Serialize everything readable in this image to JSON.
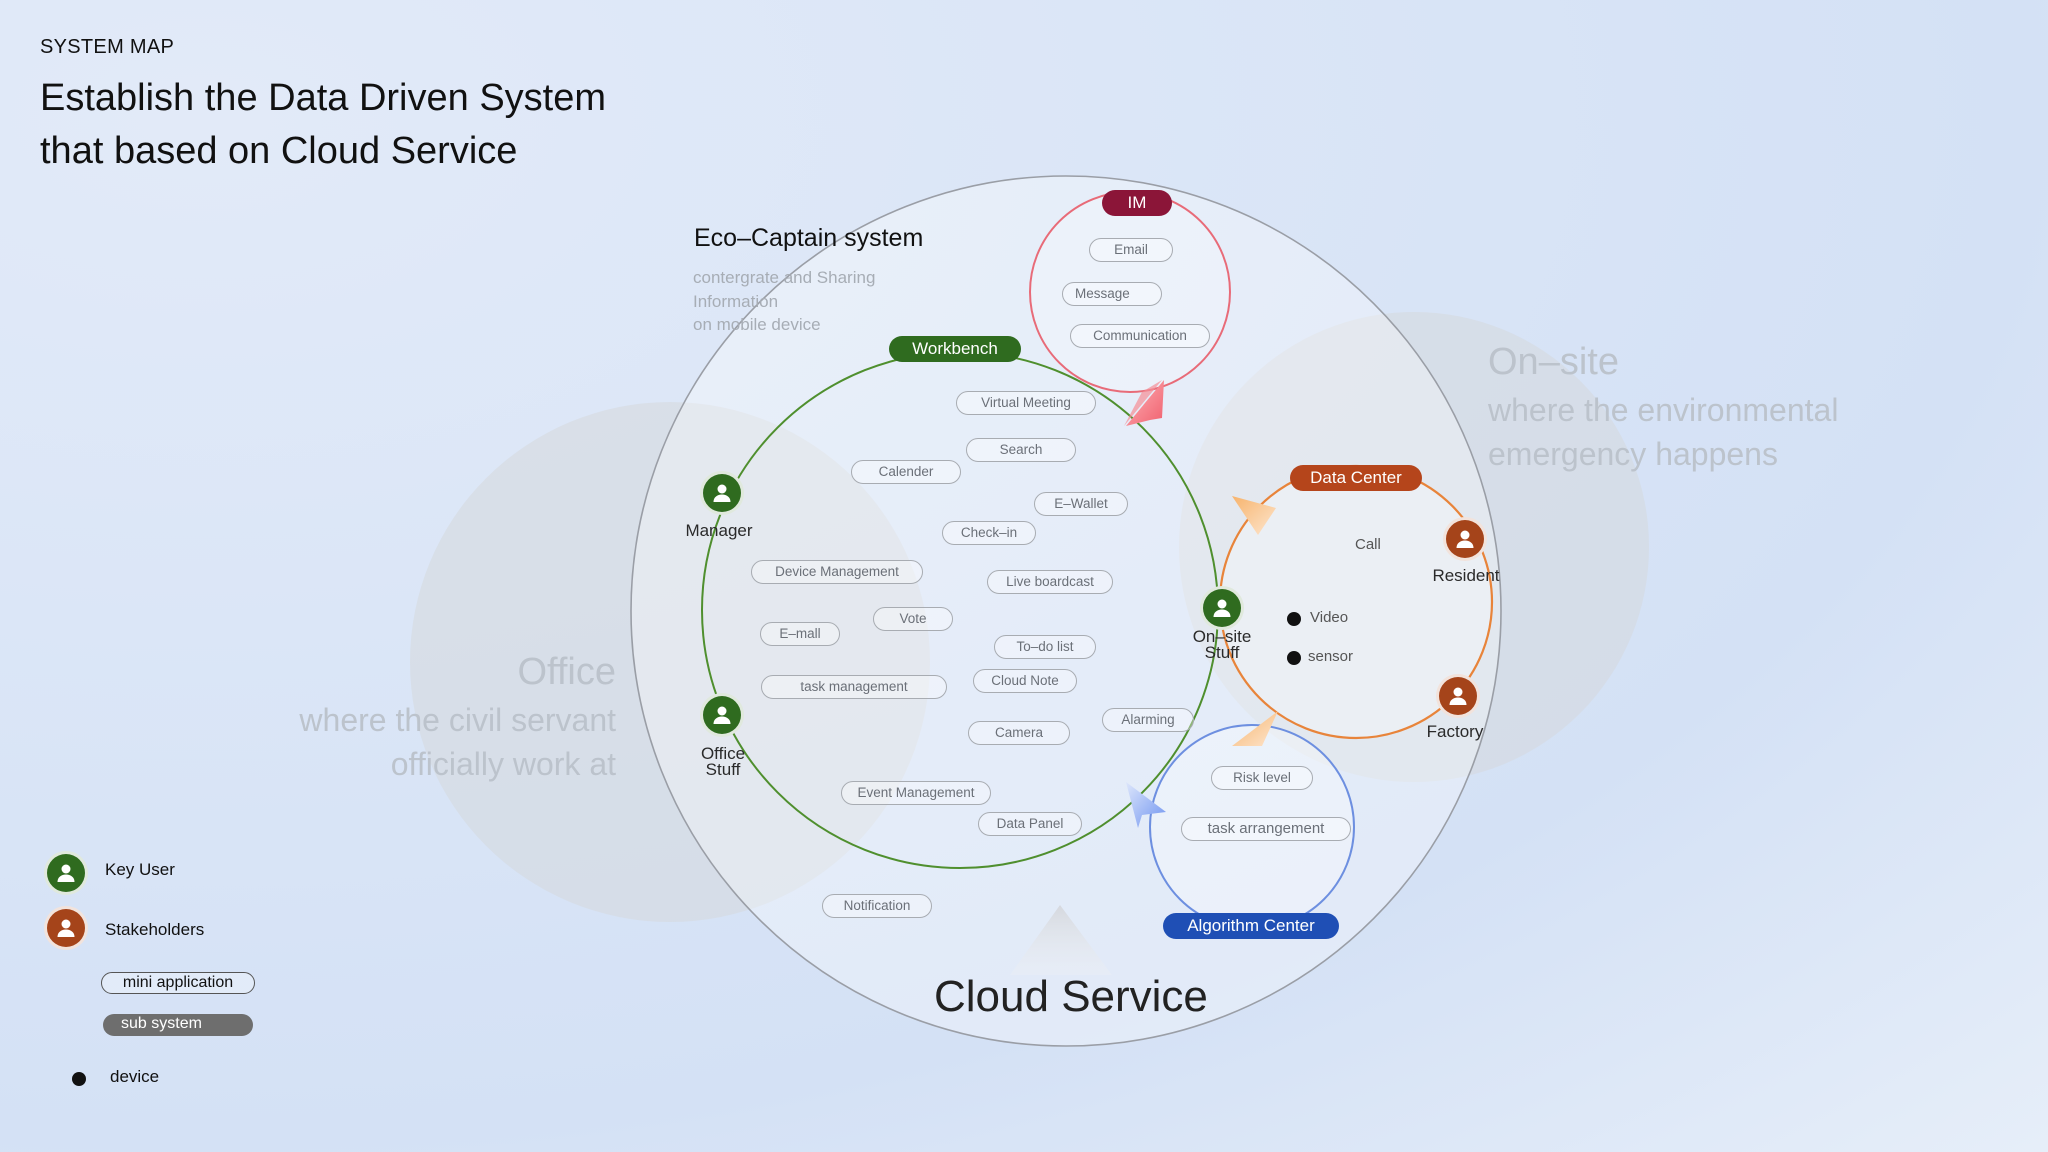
{
  "header": {
    "section": "SYSTEM MAP",
    "title_line1": "Establish the Data Driven System",
    "title_line2": "that based on Cloud Service"
  },
  "regions": {
    "office": {
      "title": "Office",
      "line1": "where the civil servant",
      "line2": "officially work at"
    },
    "onsite": {
      "title": "On–site",
      "line1": "where the environmental",
      "line2": "emergency happens"
    }
  },
  "eco": {
    "title": "Eco–Captain system",
    "desc1": "contergrate and Sharing",
    "desc2": "Information",
    "desc3": "on mobile device"
  },
  "subsystems": {
    "im": {
      "label": "IM",
      "color": "#8b1538",
      "items": [
        "Email",
        "Message",
        "Communication"
      ]
    },
    "workbench": {
      "label": "Workbench",
      "color": "#2f6b1f"
    },
    "data_center": {
      "label": "Data Center",
      "color": "#b5451b",
      "call": "Call",
      "devices": [
        "Video",
        "sensor"
      ]
    },
    "algorithm_center": {
      "label": "Algorithm Center",
      "color": "#1f4fb5",
      "items": [
        "Risk level",
        "task arrangement"
      ]
    }
  },
  "mini_apps": {
    "virtual_meeting": "Virtual Meeting",
    "search": "Search",
    "calender": "Calender",
    "e_wallet": "E–Wallet",
    "check_in": "Check–in",
    "device_management": "Device Management",
    "live_boardcast": "Live boardcast",
    "vote": "Vote",
    "e_mall": "E–mall",
    "to_do_list": "To–do list",
    "task_management": "task management",
    "cloud_note": "Cloud Note",
    "alarming": "Alarming",
    "camera": "Camera",
    "event_management": "Event Management",
    "data_panel": "Data Panel",
    "notification": "Notification"
  },
  "people": {
    "manager": "Manager",
    "office_stuff_1": "Office",
    "office_stuff_2": "Stuff",
    "onsite_stuff_1": "On–site",
    "onsite_stuff_2": "Stuff",
    "resident": "Resident",
    "factory": "Factory"
  },
  "cloud": {
    "label": "Cloud Service"
  },
  "legend": {
    "key_user": "Key User",
    "stakeholders": "Stakeholders",
    "mini_application": "mini application",
    "sub_system": "sub system",
    "device": "device"
  },
  "colors": {
    "key_user": "#2f6b1f",
    "stakeholder": "#a5441a",
    "im_ring": "#e86b78",
    "workbench_ring": "#4f8f2e",
    "data_center_ring": "#e8843a",
    "algorithm_ring": "#6d8fe0",
    "cloud_ring": "#9a9ea6"
  }
}
